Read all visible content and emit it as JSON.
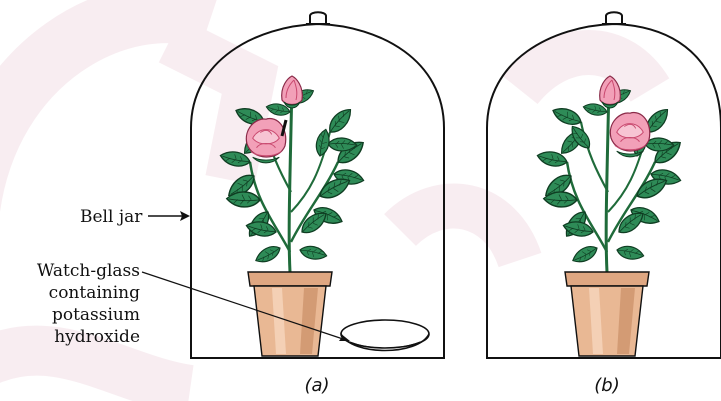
{
  "labels": {
    "bell_jar": "Bell jar",
    "watch_glass_line1": "Watch-glass",
    "watch_glass_line2": "containing",
    "watch_glass_line3": "potassium",
    "watch_glass_line4": "hydroxide"
  },
  "captions": {
    "a": "(a)",
    "b": "(b)"
  },
  "watermark": "NCERT not to be republished",
  "colors": {
    "leaf": "#2e8b57",
    "leaf_dark": "#14532d",
    "petal": "#f2a0b8",
    "petal_dark": "#c9496f",
    "pot": "#dfa782",
    "pot_dark": "#b87a55",
    "outline": "#111111",
    "watermark": "#f3dfe6"
  }
}
